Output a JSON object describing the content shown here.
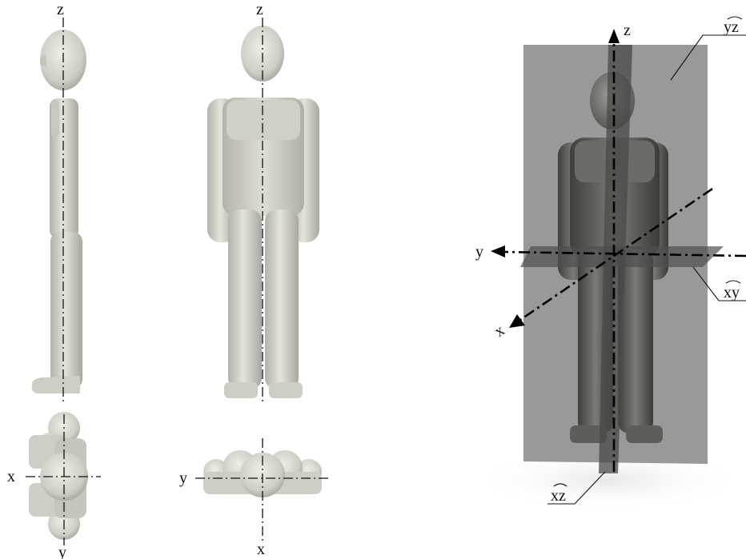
{
  "views": {
    "side": {
      "top_label": "z",
      "plan_left_label": "x",
      "plan_bottom_label": "y"
    },
    "front": {
      "top_label": "z",
      "plan_left_label": "y",
      "plan_bottom_label": "x"
    },
    "iso": {
      "z_label": "z",
      "y_label": "y",
      "x_label": "x",
      "plane_yz_label": "yz",
      "plane_xy_label": "xy",
      "plane_xz_label": "xz"
    }
  },
  "colors": {
    "body_fill": "#d9d8d0",
    "body_shade": "#a9a89f",
    "plane_gray": "#6a6a6a"
  }
}
